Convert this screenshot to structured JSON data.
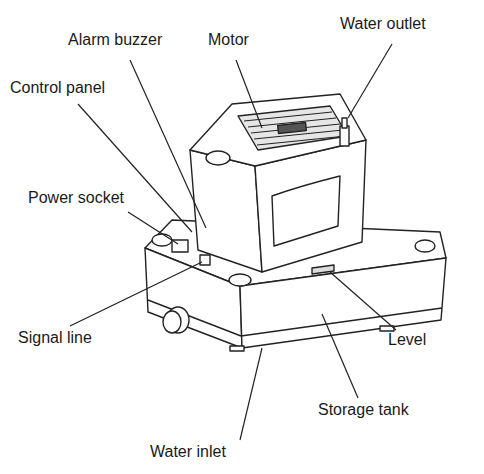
{
  "diagram": {
    "labels": [
      "Alarm buzzer",
      "Motor",
      "Water outlet",
      "Control panel",
      "Power socket",
      "Signal line",
      "Level",
      "Storage tank",
      "Water inlet"
    ]
  }
}
